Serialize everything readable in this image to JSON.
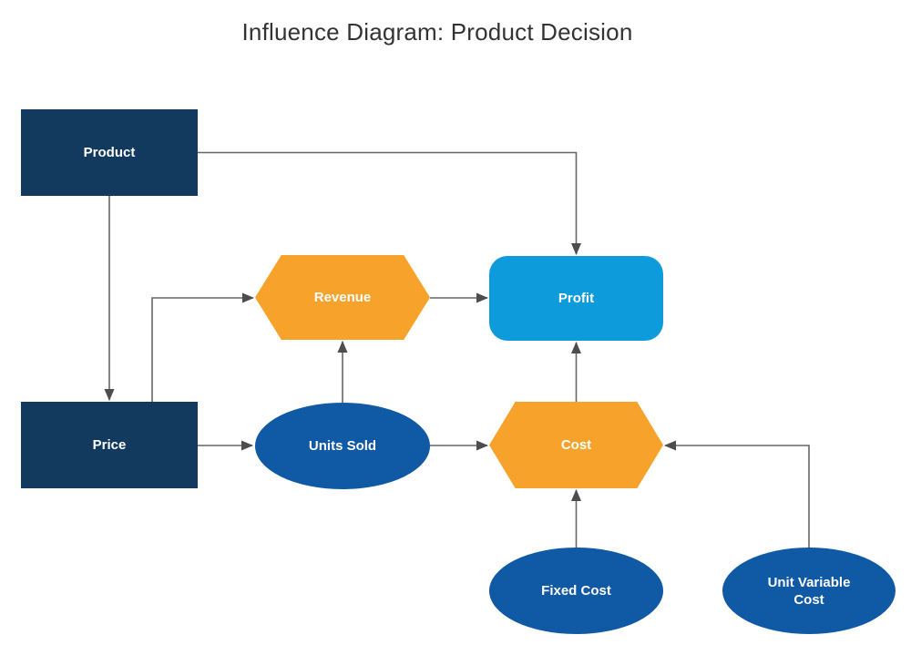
{
  "title": "Influence Diagram: Product Decision",
  "palette": {
    "navy": "#123A5F",
    "orange": "#F6A22B",
    "profitBlue": "#0E9BDC",
    "nodeBlue": "#1059A5",
    "connector": "#666666",
    "arrowhead": "#4D4D4D",
    "titleColor": "#333333",
    "nodeText": "#FFFFFF",
    "bg": "#FFFFFF"
  },
  "nodes": [
    {
      "id": "product",
      "label": "Product",
      "shape": "rectangle"
    },
    {
      "id": "price",
      "label": "Price",
      "shape": "rectangle"
    },
    {
      "id": "revenue",
      "label": "Revenue",
      "shape": "hexagon"
    },
    {
      "id": "profit",
      "label": "Profit",
      "shape": "rounded-rectangle"
    },
    {
      "id": "units-sold",
      "label": "Units Sold",
      "shape": "ellipse"
    },
    {
      "id": "cost",
      "label": "Cost",
      "shape": "hexagon"
    },
    {
      "id": "fixed-cost",
      "label": "Fixed Cost",
      "shape": "ellipse"
    },
    {
      "id": "unit-variable-cost",
      "label": "Unit Variable Cost",
      "shape": "ellipse"
    }
  ],
  "edges": [
    {
      "from": "product",
      "to": "profit"
    },
    {
      "from": "product",
      "to": "price"
    },
    {
      "from": "price",
      "to": "revenue"
    },
    {
      "from": "price",
      "to": "units-sold"
    },
    {
      "from": "units-sold",
      "to": "revenue"
    },
    {
      "from": "units-sold",
      "to": "cost"
    },
    {
      "from": "revenue",
      "to": "profit"
    },
    {
      "from": "cost",
      "to": "profit"
    },
    {
      "from": "fixed-cost",
      "to": "cost"
    },
    {
      "from": "unit-variable-cost",
      "to": "cost"
    }
  ]
}
